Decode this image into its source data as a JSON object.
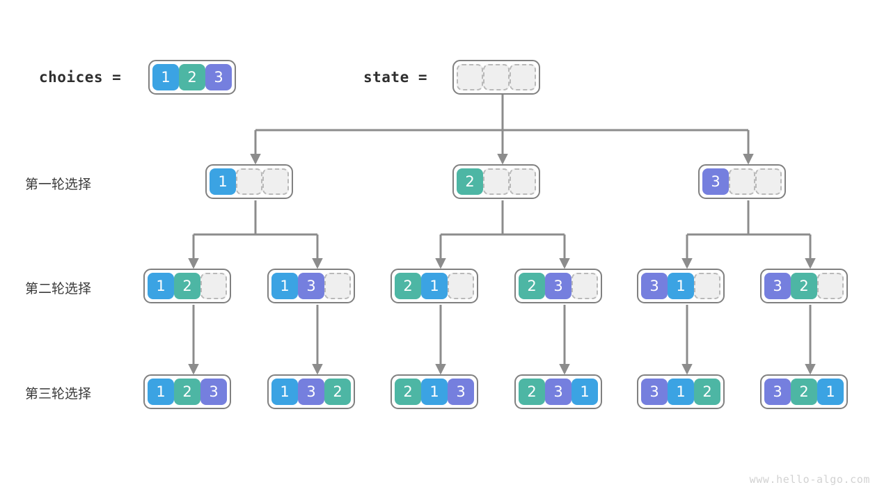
{
  "palette": {
    "blue": "#3BA3E3",
    "teal": "#4DB6A4",
    "purple": "#757FDE",
    "empty_fill": "#EFEFEF",
    "empty_border": "#B9B9B9",
    "node_border": "#808080",
    "edge": "#8C8C8C",
    "text": "#2E2E2E",
    "watermark": "#D2D2D2",
    "background": "#FFFFFF"
  },
  "header": {
    "choices_label": "choices =",
    "state_label": "state =",
    "choices_cells": [
      "1",
      "2",
      "3"
    ],
    "state_cells": [
      "",
      "",
      ""
    ]
  },
  "row_labels": [
    "第一轮选择",
    "第二轮选择",
    "第三轮选择"
  ],
  "level1": [
    {
      "cells": [
        "1",
        "",
        ""
      ]
    },
    {
      "cells": [
        "2",
        "",
        ""
      ]
    },
    {
      "cells": [
        "3",
        "",
        ""
      ]
    }
  ],
  "level2": [
    {
      "cells": [
        "1",
        "2",
        ""
      ]
    },
    {
      "cells": [
        "1",
        "3",
        ""
      ]
    },
    {
      "cells": [
        "2",
        "1",
        ""
      ]
    },
    {
      "cells": [
        "2",
        "3",
        ""
      ]
    },
    {
      "cells": [
        "3",
        "1",
        ""
      ]
    },
    {
      "cells": [
        "3",
        "2",
        ""
      ]
    }
  ],
  "level3": [
    {
      "cells": [
        "1",
        "2",
        "3"
      ]
    },
    {
      "cells": [
        "1",
        "3",
        "2"
      ]
    },
    {
      "cells": [
        "2",
        "1",
        "3"
      ]
    },
    {
      "cells": [
        "2",
        "3",
        "1"
      ]
    },
    {
      "cells": [
        "3",
        "1",
        "2"
      ]
    },
    {
      "cells": [
        "3",
        "2",
        "1"
      ]
    }
  ],
  "watermark": "www.hello-algo.com"
}
